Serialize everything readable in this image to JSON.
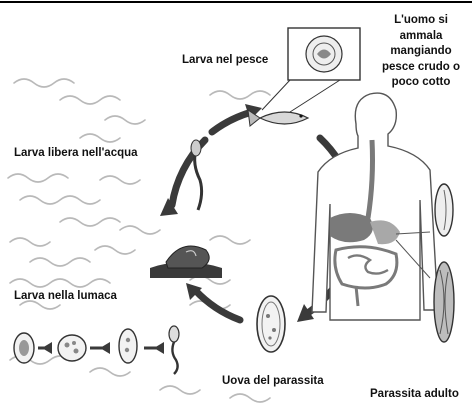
{
  "labels": {
    "larva_fish": "Larva nel pesce",
    "human_line1": "L'uomo si",
    "human_line2": "ammala",
    "human_line3": "mangiando",
    "human_line4": "pesce crudo o",
    "human_line5": "poco cotto",
    "larva_water": "Larva libera nell'acqua",
    "larva_snail": "Larva nella lumaca",
    "eggs": "Uova del parassita",
    "adult": "Parassita adulto"
  },
  "colors": {
    "ink": "#1a1a1a",
    "arrow": "#3a3a3a",
    "water": "#b9b9b9",
    "organ": "#7a7a7a",
    "organ_light": "#a8a8a8"
  }
}
